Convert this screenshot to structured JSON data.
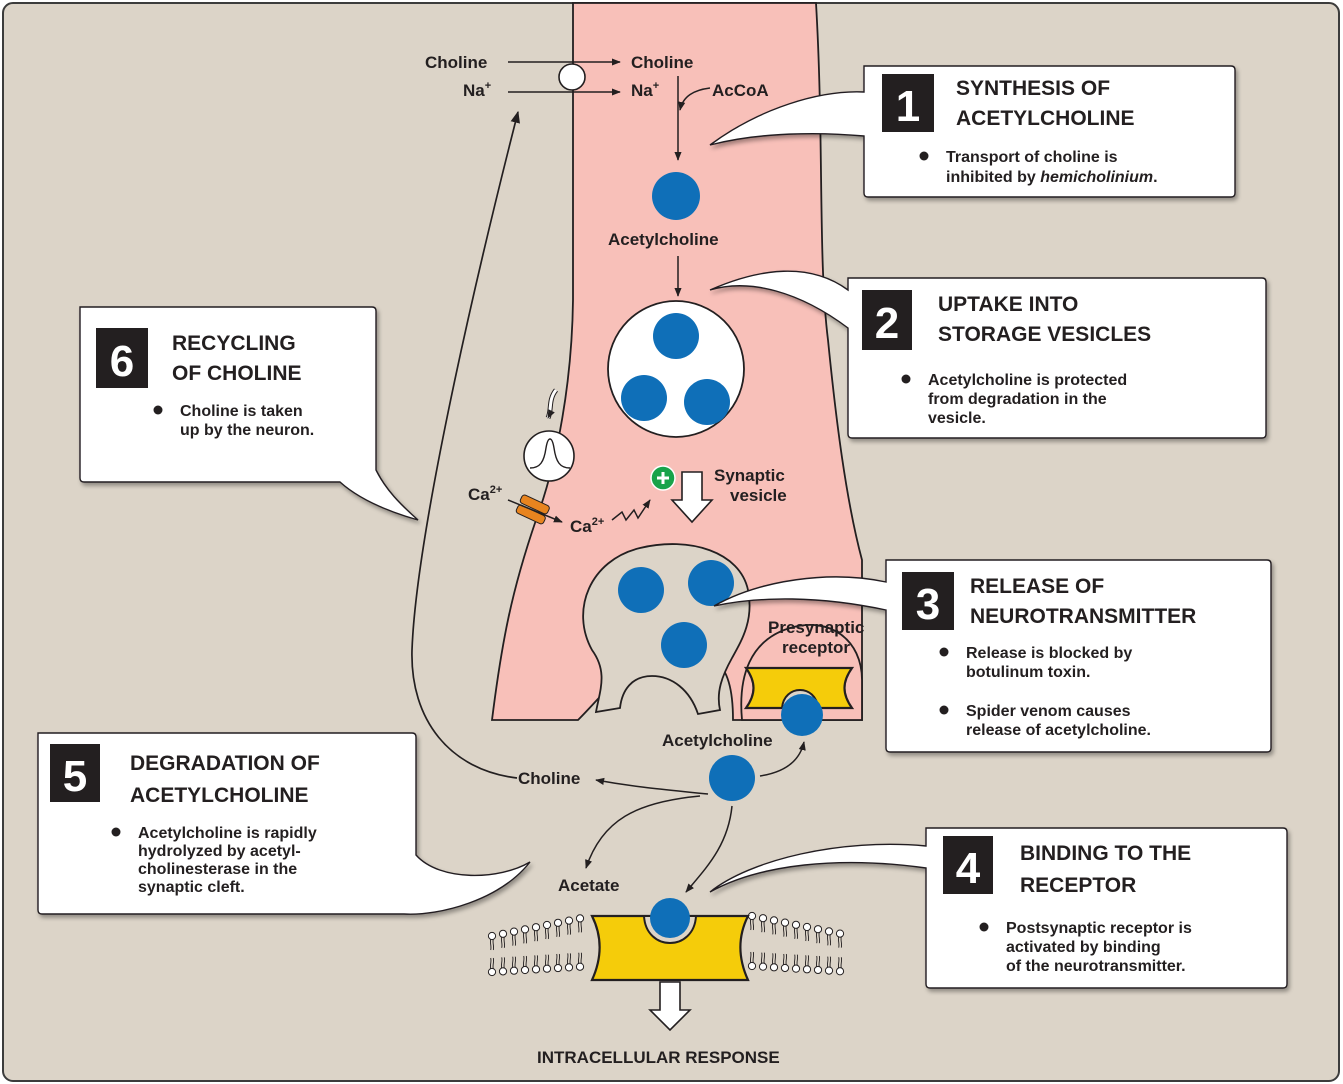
{
  "steps": [
    {
      "number": "1",
      "title": [
        "SYNTHESIS OF",
        "ACETYLCHOLINE"
      ],
      "bullets": [
        {
          "lines": [
            [
              {
                "t": "Transport of choline is"
              }
            ],
            [
              {
                "t": "inhibited by "
              },
              {
                "t": "hemicholinium",
                "i": true
              },
              {
                "t": "."
              }
            ]
          ]
        }
      ]
    },
    {
      "number": "2",
      "title": [
        "UPTAKE INTO",
        "STORAGE VESICLES"
      ],
      "bullets": [
        {
          "lines": [
            [
              {
                "t": "Acetylcholine is protected"
              }
            ],
            [
              {
                "t": "from degradation in the"
              }
            ],
            [
              {
                "t": "vesicle."
              }
            ]
          ]
        }
      ]
    },
    {
      "number": "3",
      "title": [
        "RELEASE OF",
        "NEUROTRANSMITTER"
      ],
      "bullets": [
        {
          "lines": [
            [
              {
                "t": "Release is blocked by"
              }
            ],
            [
              {
                "t": "botulinum toxin."
              }
            ]
          ]
        },
        {
          "lines": [
            [
              {
                "t": "Spider venom causes"
              }
            ],
            [
              {
                "t": "release of acetylcholine."
              }
            ]
          ]
        }
      ]
    },
    {
      "number": "4",
      "title": [
        "BINDING TO THE",
        "RECEPTOR"
      ],
      "bullets": [
        {
          "lines": [
            [
              {
                "t": "Postsynaptic receptor is"
              }
            ],
            [
              {
                "t": "activated by binding"
              }
            ],
            [
              {
                "t": "of the neurotransmitter."
              }
            ]
          ]
        }
      ]
    },
    {
      "number": "5",
      "title": [
        "DEGRADATION OF",
        "ACETYLCHOLINE"
      ],
      "bullets": [
        {
          "lines": [
            [
              {
                "t": "Acetylcholine is rapidly"
              }
            ],
            [
              {
                "t": "hydrolyzed by acetyl-"
              }
            ],
            [
              {
                "t": "cholinesterase in the"
              }
            ],
            [
              {
                "t": "synaptic cleft."
              }
            ]
          ]
        }
      ]
    },
    {
      "number": "6",
      "title": [
        "RECYCLING",
        "OF CHOLINE"
      ],
      "bullets": [
        {
          "lines": [
            [
              {
                "t": "Choline is taken"
              }
            ],
            [
              {
                "t": "up by the neuron."
              }
            ]
          ]
        }
      ]
    }
  ],
  "labels": {
    "choline_out": "Choline",
    "na_out": "Na",
    "choline_in": "Choline",
    "na_in": "Na",
    "plus_sign": "+",
    "accoa": "AcCoA",
    "acetylcholine_1": "Acetylcholine",
    "synaptic_vesicle": [
      "Synaptic",
      "vesicle"
    ],
    "ca_out": "Ca",
    "ca_in": "Ca",
    "ca_charge": "2+",
    "presynaptic_receptor": [
      "Presynaptic",
      "receptor"
    ],
    "acetylcholine_2": "Acetylcholine",
    "choline_cleft": "Choline",
    "acetate": "Acetate",
    "intracellular_response": "INTRACELLULAR RESPONSE"
  },
  "colors": {
    "background": "#dcd4c8",
    "neuron": "#f8c0b9",
    "molecule": "#0f6fb8",
    "receptor": "#f5cc0a",
    "number_box": "#231f20",
    "plus_badge": "#18a34a",
    "channel": "#e8841f"
  },
  "icons": [
    "action-potential-icon",
    "calcium-channel-icon",
    "plus-badge-icon"
  ]
}
